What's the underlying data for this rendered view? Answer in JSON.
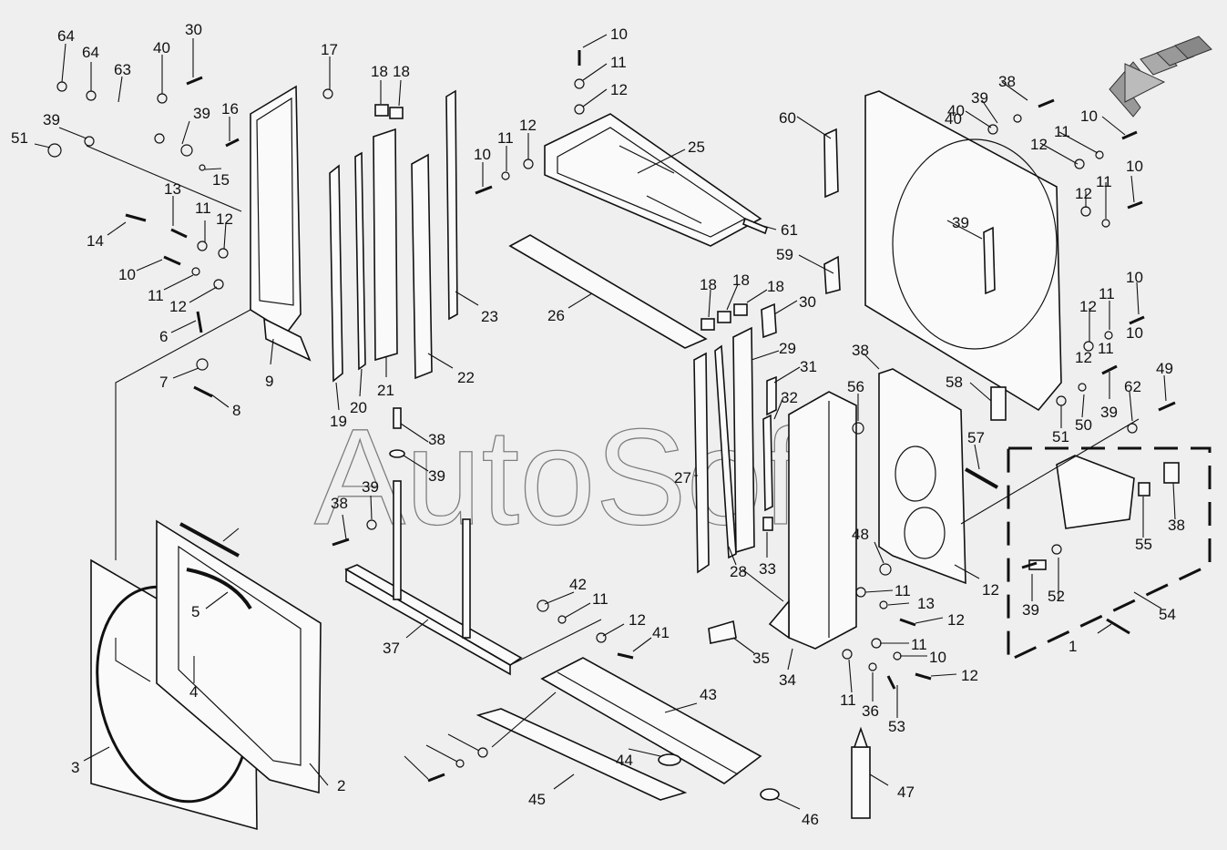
{
  "watermark": "AutoSoft",
  "labels": [
    "64",
    "64",
    "63",
    "40",
    "30",
    "39",
    "39",
    "51",
    "16",
    "15",
    "17",
    "13",
    "11",
    "12",
    "14",
    "10",
    "11",
    "12",
    "6",
    "7",
    "8",
    "9",
    "18",
    "18",
    "19",
    "20",
    "21",
    "22",
    "23",
    "10",
    "11",
    "12",
    "10",
    "11",
    "12",
    "25",
    "26",
    "61",
    "59",
    "60",
    "18",
    "18",
    "18",
    "30",
    "29",
    "31",
    "32",
    "27",
    "28",
    "33",
    "34",
    "35",
    "38",
    "39",
    "38",
    "39",
    "37",
    "42",
    "11",
    "12",
    "41",
    "43",
    "44",
    "45",
    "46",
    "47",
    "10",
    "11",
    "12",
    "38",
    "39",
    "40",
    "10",
    "11",
    "12",
    "10",
    "11",
    "12",
    "10",
    "11",
    "12",
    "40",
    "39",
    "38",
    "58",
    "56",
    "57",
    "62",
    "49",
    "39",
    "50",
    "51",
    "48",
    "12",
    "11",
    "13",
    "12",
    "11",
    "10",
    "12",
    "11",
    "36",
    "53",
    "54",
    "55",
    "38",
    "39",
    "52",
    "1",
    "2",
    "3",
    "4",
    "5"
  ]
}
